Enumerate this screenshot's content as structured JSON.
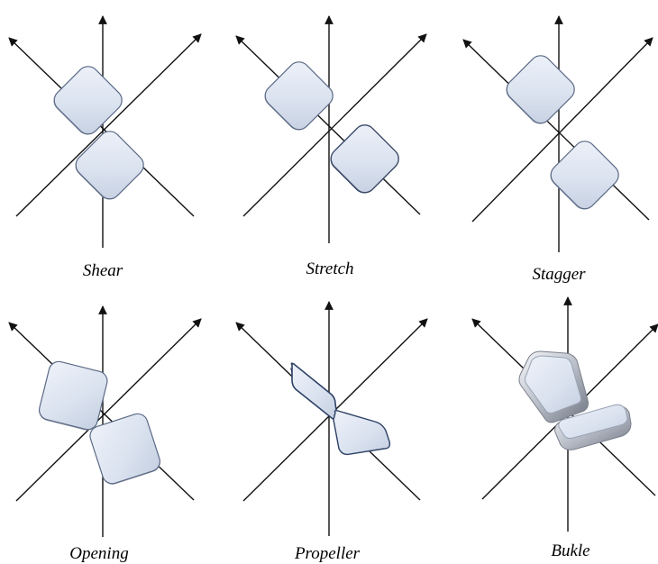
{
  "figure": {
    "panels": [
      {
        "id": "shear",
        "label": "Shear",
        "mode": "shear"
      },
      {
        "id": "stretch",
        "label": "Stretch",
        "mode": "stretch"
      },
      {
        "id": "stagger",
        "label": "Stagger",
        "mode": "stagger"
      },
      {
        "id": "opening",
        "label": "Opening",
        "mode": "opening"
      },
      {
        "id": "propeller",
        "label": "Propeller",
        "mode": "propeller"
      },
      {
        "id": "bukle",
        "label": "Bukle",
        "mode": "buckle"
      }
    ],
    "colors": {
      "axis": "#111111",
      "block_face": "#dfe6f2",
      "block_edge": "#5b6a86",
      "block_side_light": "#f2f4f8",
      "block_side_dark": "#7f8591"
    }
  }
}
